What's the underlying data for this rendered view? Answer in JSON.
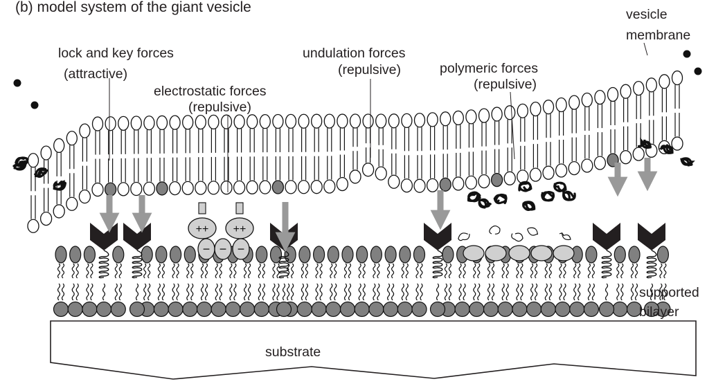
{
  "figure": {
    "title": "(b) model system of the giant vesicle"
  },
  "labels": {
    "vesicle_membrane": [
      "vesicle",
      "membrane"
    ],
    "lock_key": [
      "lock and key forces",
      "(attractive)"
    ],
    "electrostatic": [
      "electrostatic forces",
      "(repulsive)"
    ],
    "undulation": [
      "undulation forces",
      "(repulsive)"
    ],
    "polymeric": [
      "polymeric forces",
      "(repulsive)"
    ],
    "supported_bilayer": [
      "supported",
      "bilayer"
    ],
    "substrate": "substrate"
  },
  "charges": {
    "positive": "+",
    "negative": "−"
  },
  "colors": {
    "ink": "#231f20",
    "arrow_gray": "#999999",
    "headgroup_gray": "#808080",
    "light_gray": "#d0d0d0",
    "dark_ink": "#111111"
  }
}
